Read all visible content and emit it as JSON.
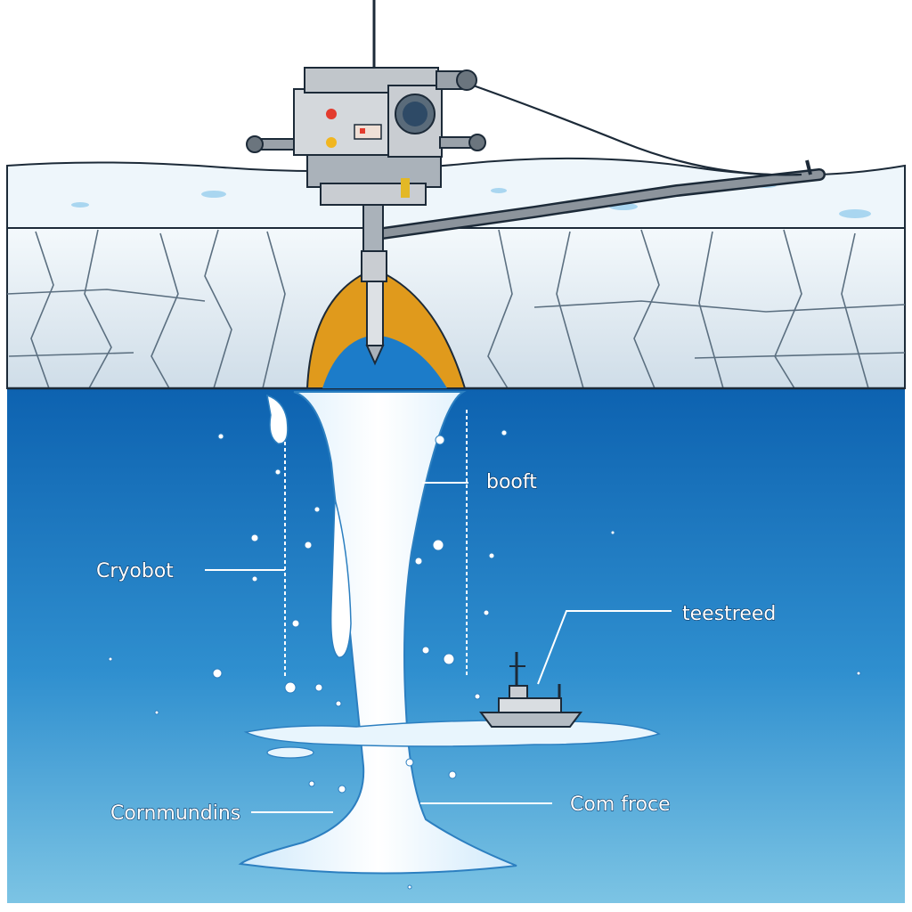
{
  "labels": {
    "booft": "booft",
    "cryobot": "Cryobot",
    "teestreed": "teestreed",
    "communds": "Cornmundins",
    "com_froce": "Com froce"
  },
  "colors": {
    "sky": "#ffffff",
    "ice_surface": "#eef6fb",
    "cliff": "#dfeaf2",
    "water_top": "#0d62b0",
    "water_bottom": "#6fbde0",
    "meltwater": "#e9f6ff",
    "melt_glow": "#e09a1c",
    "probe": "#c9cdd2"
  },
  "icons": [
    "cryobot-probe",
    "tether-cable",
    "surface-pipeline",
    "research-ship",
    "water-droplets"
  ]
}
